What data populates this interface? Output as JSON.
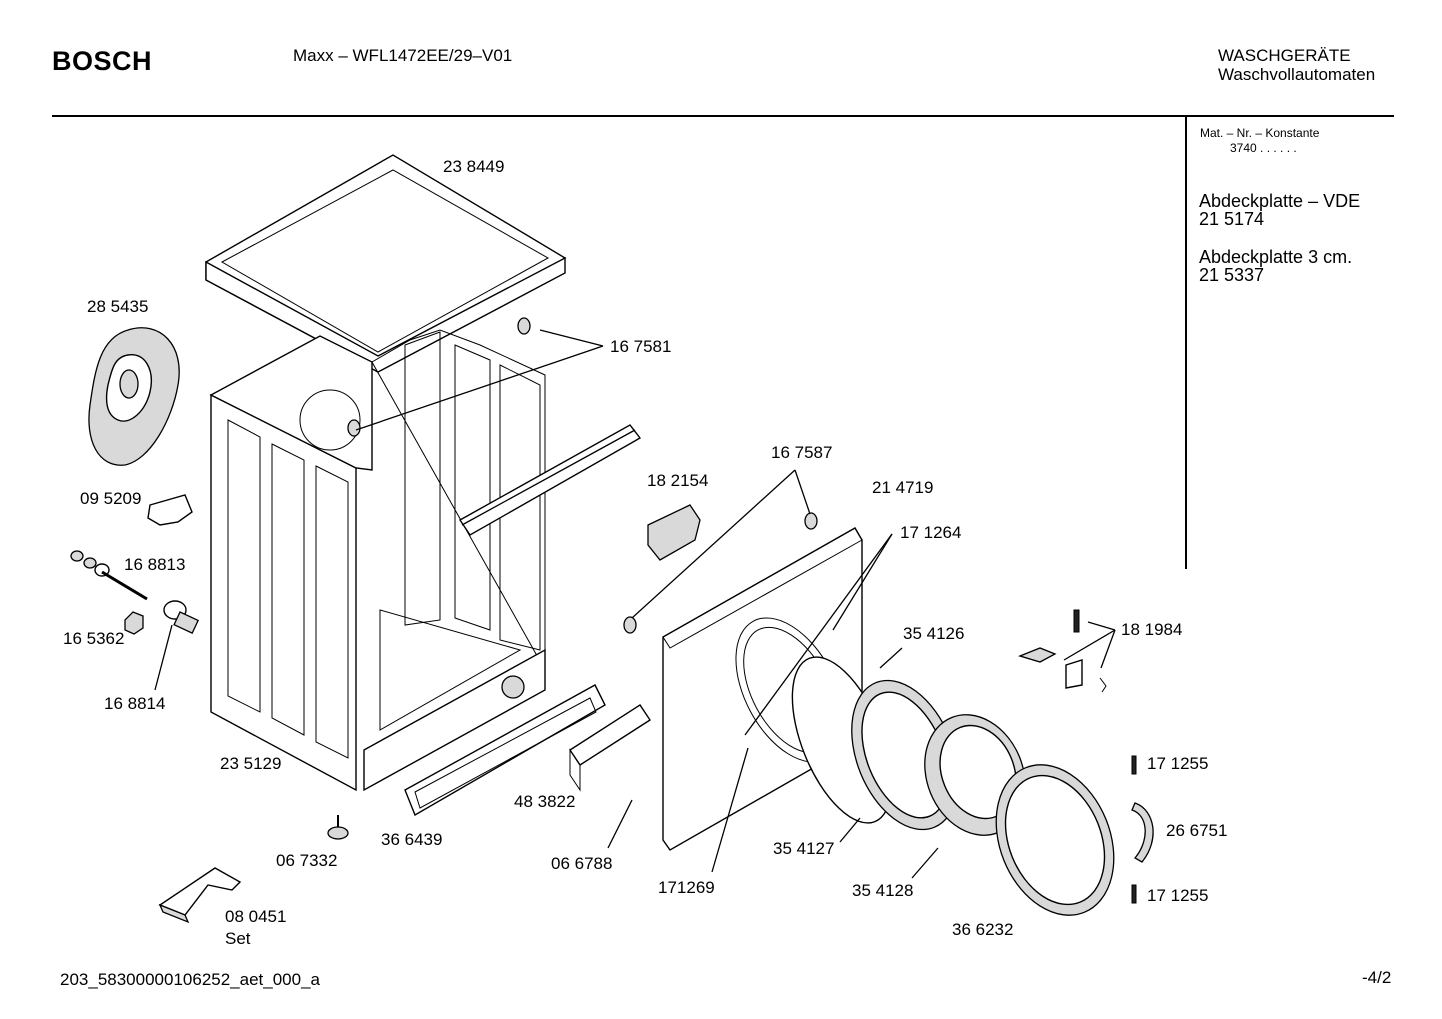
{
  "header": {
    "brand": "BOSCH",
    "model": "Maxx – WFL1472EE/29–V01",
    "category_line1": "WASCHGERÄTE",
    "category_line2": "Waschvollautomaten"
  },
  "sidebar": {
    "mat_label": "Mat. – Nr. – Konstante",
    "mat_value": "3740   .   .     .   .   .   .",
    "notes": [
      {
        "title": "Abdeckplatte – VDE",
        "number": "21 5174"
      },
      {
        "title": "Abdeckplatte 3 cm.",
        "number": "21 5337"
      }
    ]
  },
  "parts": {
    "p238449": "23 8449",
    "p285435": "28 5435",
    "p167581": "16 7581",
    "p095209": "09 5209",
    "p168813": "16 8813",
    "p165362": "16 5362",
    "p168814": "16 8814",
    "p182154": "18 2154",
    "p167587": "16 7587",
    "p214719": "21 4719",
    "p171264": "17 1264",
    "p354126": "35 4126",
    "p181984": "18 1984",
    "p235129": "23 5129",
    "p483822": "48 3822",
    "p366439": "36 6439",
    "p067332": "06 7332",
    "p066788": "06 6788",
    "p171269": "171269",
    "p354127": "35 4127",
    "p354128": "35 4128",
    "p171255a": "17 1255",
    "p266751": "26 6751",
    "p171255b": "17 1255",
    "p366232": "36 6232",
    "p080451": "08 0451",
    "set": "Set"
  },
  "footer": {
    "doc_id": "203_58300000106252_aet_000_a",
    "page": "-4/2"
  }
}
